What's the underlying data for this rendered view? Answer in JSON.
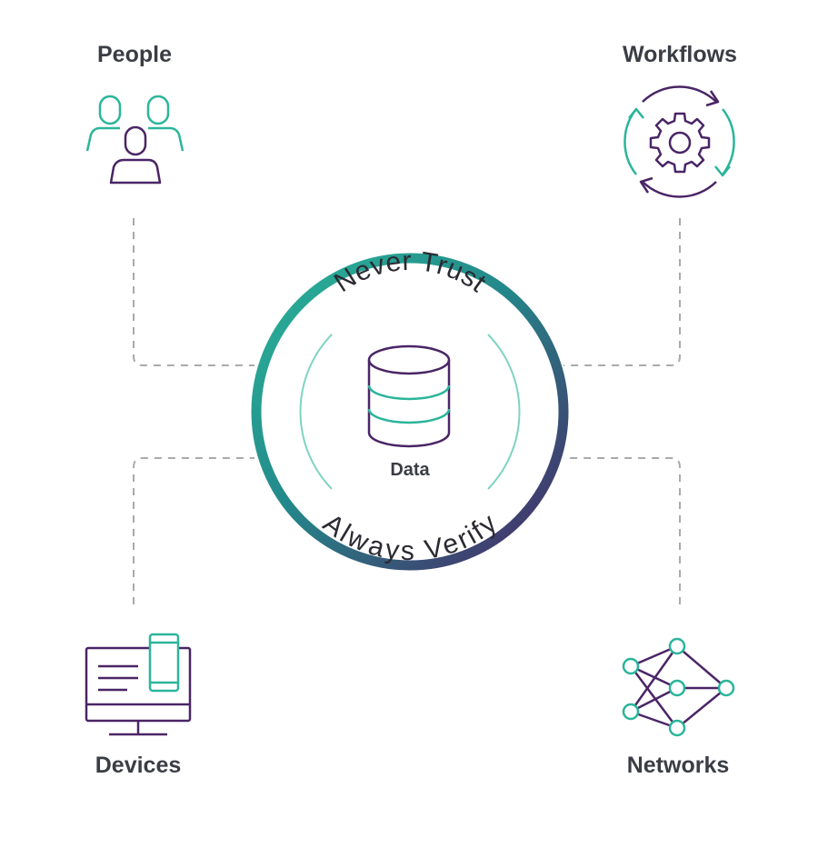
{
  "labels": {
    "people": "People",
    "workflows": "Workflows",
    "devices": "Devices",
    "networks": "Networks",
    "center": "Data"
  },
  "ring": {
    "top_text": "Never Trust",
    "bottom_text": "Always Verify"
  },
  "colors": {
    "teal": "#2bb59a",
    "purple": "#4a2566",
    "text": "#3b3d45",
    "connector": "#a9aaae"
  },
  "icons": {
    "people": "people-icon",
    "workflows": "workflow-gear-icon",
    "devices": "devices-icon",
    "networks": "network-icon",
    "center": "database-icon"
  }
}
